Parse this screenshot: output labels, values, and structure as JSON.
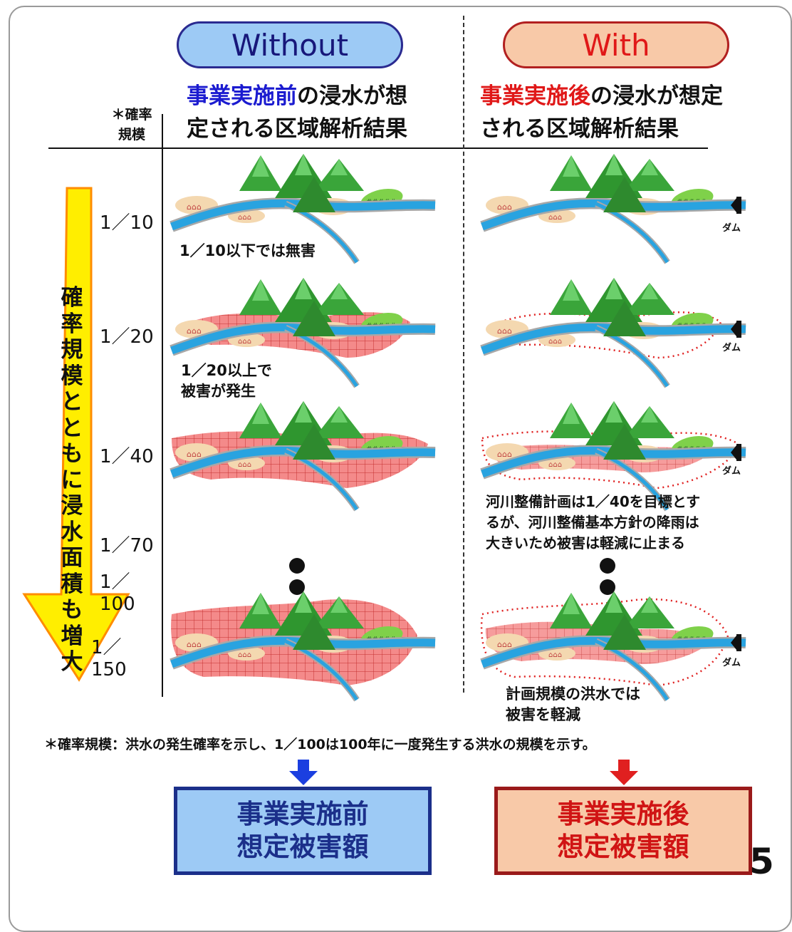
{
  "header": {
    "without_label": "Without",
    "with_label": "With",
    "without_heading_highlight": "事業実施前",
    "without_heading_rest1": "の浸水が想",
    "without_heading_line2": "定される区域解析結果",
    "with_heading_highlight": "事業実施後",
    "with_heading_rest1": "の浸水が想定",
    "with_heading_line2": "される区域解析結果",
    "axis_head_line1": "＊確率",
    "axis_head_line2": "規模"
  },
  "scales": [
    "1／10",
    "1／20",
    "1／40",
    "1／70",
    "1／100",
    "1／150"
  ],
  "arrow_text": "確率規模とともに浸水面積も増大",
  "notes": {
    "without_1_10": "1／10以下では無害",
    "without_1_20_line1": "1／20以上で",
    "without_1_20_line2": "被害が発生",
    "with_1_40_line1": "河川整備計画は1／40を目標とす",
    "with_1_40_line2": "るが、河川整備基本方針の降雨は",
    "with_1_40_line3": "大きいため被害は軽減に止まる",
    "with_1_150_line1": "計画規模の洪水では",
    "with_1_150_line2": "被害を軽減"
  },
  "dam_label": "ダム",
  "footnote": "＊確率規模：洪水の発生確率を示し、1／100は100年に一度発生する洪水の規模を示す。",
  "boxes": {
    "before_line1": "事業実施前",
    "before_line2": "想定被害額",
    "after_line1": "事業実施後",
    "after_line2": "想定被害額"
  },
  "page_number": "5",
  "colors": {
    "without_pill": "#9dcaf5",
    "with_pill": "#f8c9a8",
    "river": "#29a3e0",
    "flood": "#f07070",
    "mountain": "#3aa53a",
    "arrow_fill": "#ffee00",
    "arrow_stroke": "#ff8c00"
  }
}
